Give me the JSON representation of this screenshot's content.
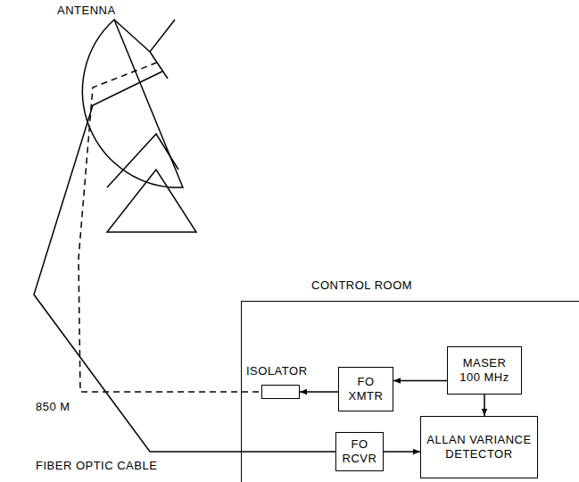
{
  "diagram": {
    "nodes": [
      {
        "text": [
          "CONTROL ROOM"
        ]
      },
      {
        "text": [
          "ISOLATOR"
        ],
        "in": 0
      },
      {
        "text": [
          "FO XMTR"
        ],
        "in": 0
      },
      {
        "text": [
          "MASER 100 MHz"
        ],
        "in": 0
      },
      {
        "text": [
          "FO RCVR"
        ],
        "in": 0
      },
      {
        "text": [
          "ALLAN VARIANCE DETECTOR"
        ],
        "in": 0
      }
    ],
    "edges": [
      {
        "from": 3,
        "to": 2,
        "arrow": "to"
      },
      {
        "from": 2,
        "to": 1,
        "arrow": "to"
      },
      {
        "from": 3,
        "to": 5,
        "arrow": "to"
      },
      {
        "from": 4,
        "to": 5,
        "arrow": "to"
      }
    ],
    "labels": [
      "ANTENNA",
      "850 M",
      "FIBER OPTIC CABLE"
    ]
  }
}
